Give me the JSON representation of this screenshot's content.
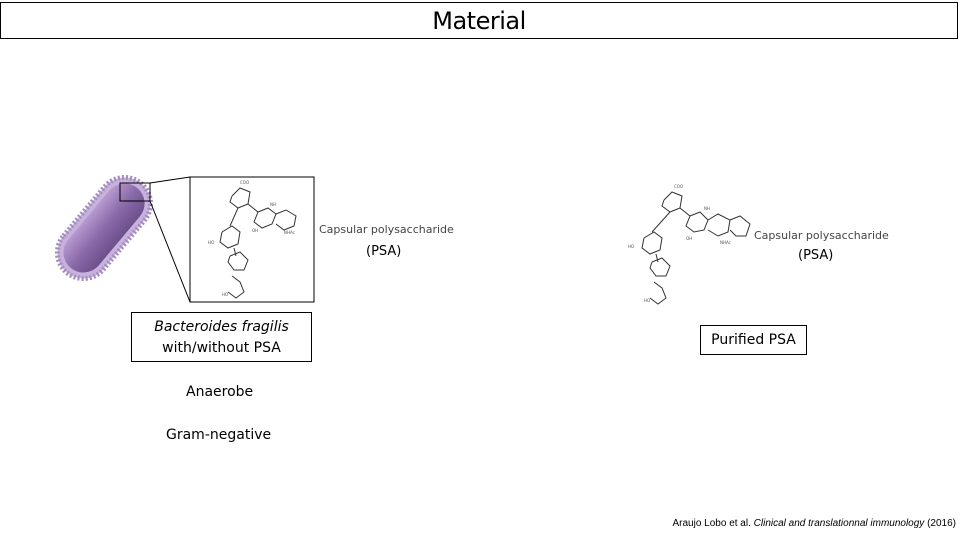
{
  "header": {
    "title": "Material"
  },
  "left_panel": {
    "figure_label": "Capsular polysaccharide",
    "abbrev": "(PSA)",
    "box_line1": "Bacteroides fragilis",
    "box_line2": "with/without PSA"
  },
  "right_panel": {
    "figure_label": "Capsular polysaccharide",
    "abbrev": "(PSA)",
    "box_label": "Purified PSA"
  },
  "properties": [
    "Anaerobe",
    "Gram-negative"
  ],
  "citation": {
    "authors": "Araujo Lobo et al.",
    "journal": "Clinical and translationnal immunology",
    "year": "(2016)"
  },
  "colors": {
    "bacterium": "#8a6aa8",
    "bacterium_light": "#b79ad0"
  }
}
